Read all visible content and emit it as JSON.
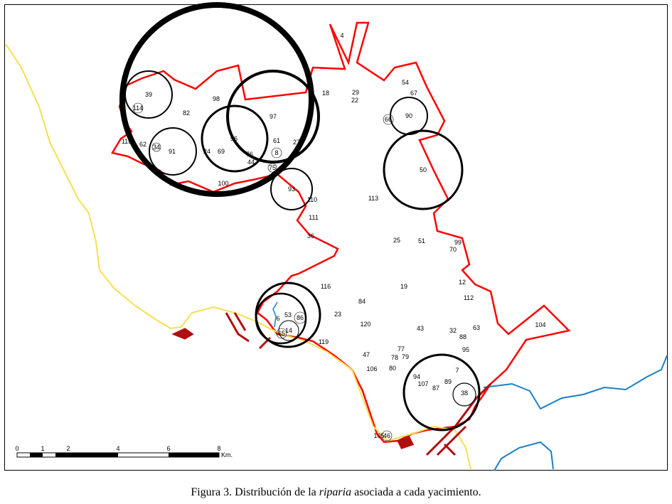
{
  "caption": {
    "prefix": "Figura 3. Distribución de la ",
    "italic": "riparia",
    "suffix": " asociada a cada yacimiento."
  },
  "scale_bar": {
    "ticks": [
      "0",
      "1",
      "2",
      "4",
      "6",
      "8"
    ],
    "unit": "Km."
  },
  "sites": [
    "4",
    "18",
    "29",
    "22",
    "54",
    "67",
    "66",
    "90",
    "39",
    "114",
    "98",
    "82",
    "97",
    "115",
    "62",
    "34",
    "91",
    "24",
    "69",
    "56",
    "76",
    "44",
    "61",
    "8",
    "27",
    "75",
    "100",
    "93",
    "110",
    "113",
    "50",
    "111",
    "36",
    "25",
    "51",
    "99",
    "70",
    "116",
    "19",
    "12",
    "84",
    "112",
    "23",
    "6",
    "53",
    "86",
    "120",
    "14",
    "65",
    "43",
    "32",
    "88",
    "63",
    "104",
    "119",
    "77",
    "78",
    "79",
    "95",
    "47",
    "106",
    "80",
    "7",
    "94",
    "107",
    "89",
    "87",
    "38",
    "105",
    "46"
  ],
  "colors": {
    "boundary": "#ff0000",
    "road": "#f5e050",
    "river": "#1a7fc4",
    "urban": "#b01010"
  }
}
